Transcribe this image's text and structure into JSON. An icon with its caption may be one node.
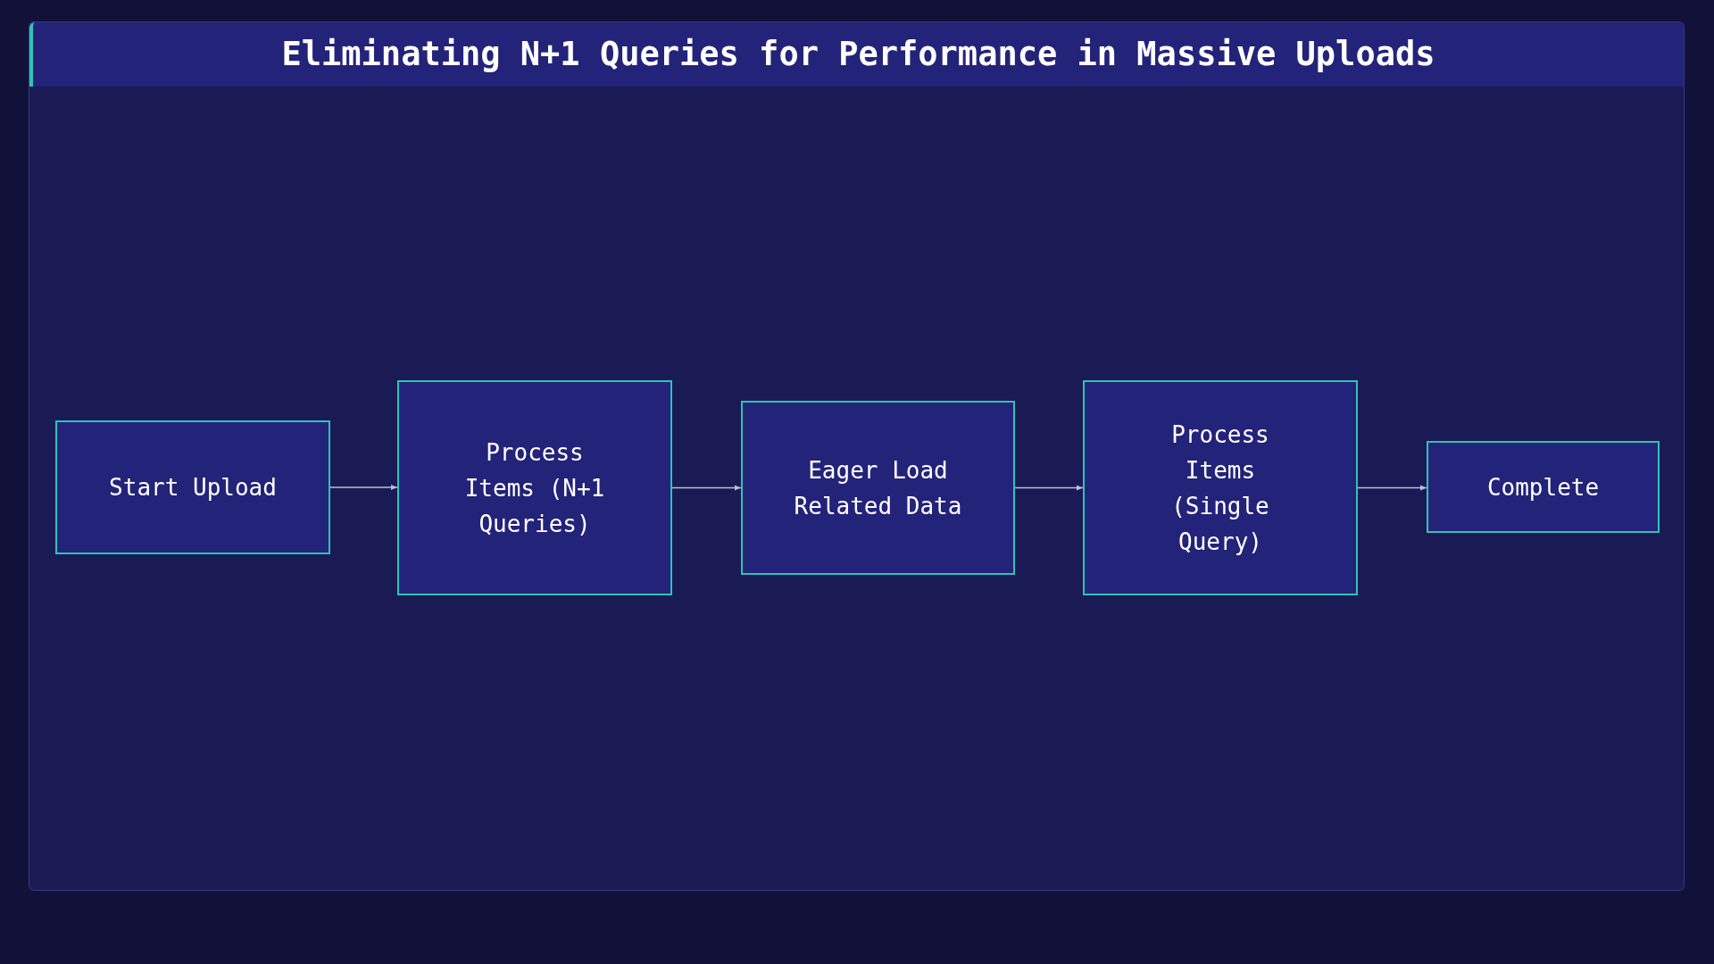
{
  "diagram": {
    "title": "Eliminating N+1 Queries for Performance in Massive Uploads",
    "nodes": [
      {
        "text": [
          "Start Upload"
        ]
      },
      {
        "text": [
          "Process Items (N+1 Queries)"
        ]
      },
      {
        "text": [
          "Eager Load Related Data"
        ]
      },
      {
        "text": [
          "Process Items (Single Query)"
        ]
      },
      {
        "text": [
          "Complete"
        ]
      }
    ],
    "edges": [
      {
        "from": 0,
        "to": 1,
        "arrow": "to"
      },
      {
        "from": 1,
        "to": 2,
        "arrow": "to"
      },
      {
        "from": 2,
        "to": 3,
        "arrow": "to"
      },
      {
        "from": 3,
        "to": 4,
        "arrow": "to"
      }
    ]
  }
}
